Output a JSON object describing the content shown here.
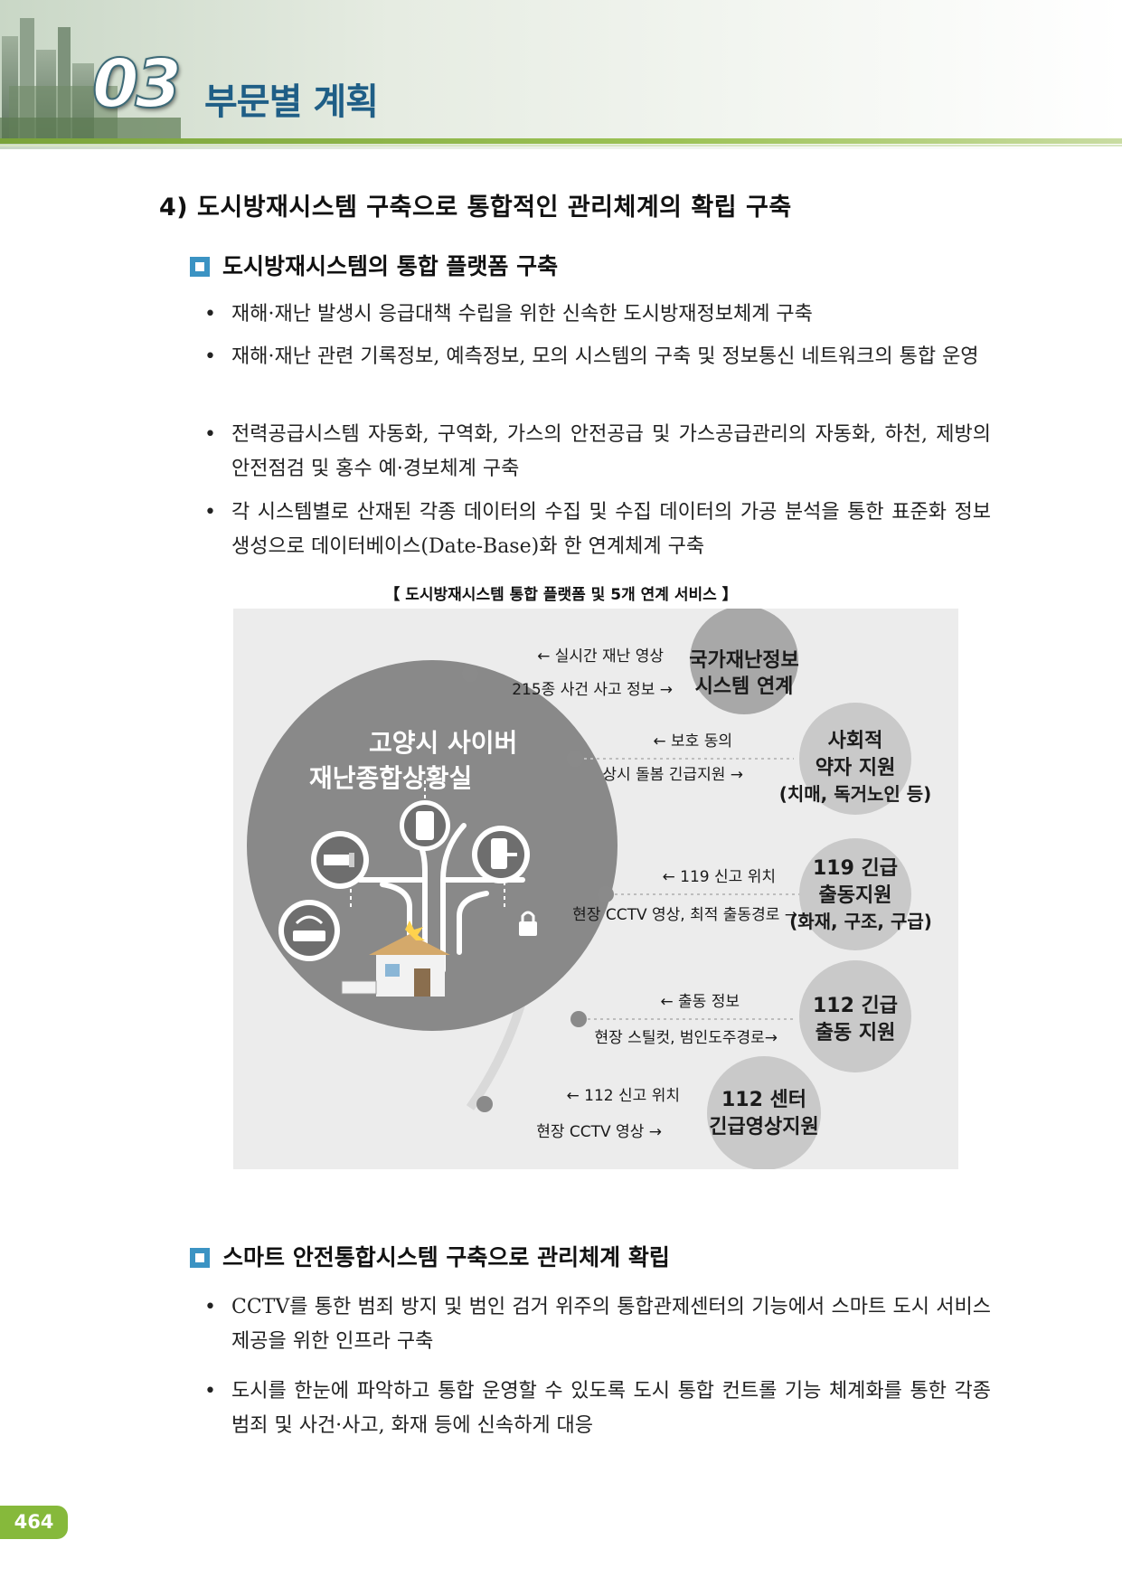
{
  "header": {
    "chapter_number": "03",
    "chapter_title": "부문별 계획"
  },
  "section": {
    "title": "4) 도시방재시스템 구축으로 통합적인 관리체계의 확립 구축"
  },
  "subsection1": {
    "title": "도시방재시스템의 통합 플랫폼 구축",
    "bullets": [
      "재해·재난 발생시 응급대책 수립을 위한 신속한 도시방재정보체계 구축",
      "재해·재난 관련 기록정보, 예측정보, 모의 시스템의 구축 및 정보통신 네트워크의 통합 운영",
      "전력공급시스템 자동화, 구역화, 가스의 안전공급 및 가스공급관리의 자동화, 하천, 제방의 안전점검 및 홍수 예·경보체계 구축",
      "각 시스템별로 산재된 각종 데이터의 수집 및 수집 데이터의 가공 분석을 통한 표준화 정보 생성으로 데이터베이스(Date-Base)화 한 연계체계 구축"
    ]
  },
  "figure": {
    "caption": "【 도시방재시스템 통합 플랫폼 및 5개 연계 서비스 】",
    "center_title_line1": "고양시 사이버",
    "center_title_line2": "재난종합상황실",
    "services": [
      {
        "line1": "국가재난정보",
        "line2": "시스템 연계",
        "line3": "",
        "left_label": "← 실시간 재난 영상",
        "right_label": "215종 사건 사고 정보 →"
      },
      {
        "line1": "사회적",
        "line2": "약자 지원",
        "line3": "(치매, 독거노인 등)",
        "left_label": "← 보호 동의",
        "right_label": "상시 돌봄 긴급지원 →"
      },
      {
        "line1": "119 긴급",
        "line2": "출동지원",
        "line3": "(화재, 구조, 구급)",
        "left_label": "← 119 신고 위치",
        "right_label": "현장 CCTV 영상, 최적 출동경로 →"
      },
      {
        "line1": "112 긴급",
        "line2": "출동 지원",
        "line3": "",
        "left_label": "← 출동 정보",
        "right_label": "현장 스틸컷, 범인도주경로→"
      },
      {
        "line1": "112 센터",
        "line2": "긴급영상지원",
        "line3": "",
        "left_label": "← 112 신고 위치",
        "right_label": "현장 CCTV 영상 →"
      }
    ]
  },
  "subsection2": {
    "title": "스마트 안전통합시스템 구축으로 관리체계 확립",
    "bullets": [
      "CCTV를 통한 범죄 방지 및 범인 검거 위주의 통합관제센터의 기능에서 스마트 도시 서비스 제공을 위한 인프라 구축",
      "도시를 한눈에 파악하고 통합 운영할 수 있도록 도시 통합 컨트롤 기능 체계화를 통한 각종 범죄 및 사건·사고, 화재 등에 신속하게 대응"
    ]
  },
  "footer": {
    "page_number": "464"
  }
}
